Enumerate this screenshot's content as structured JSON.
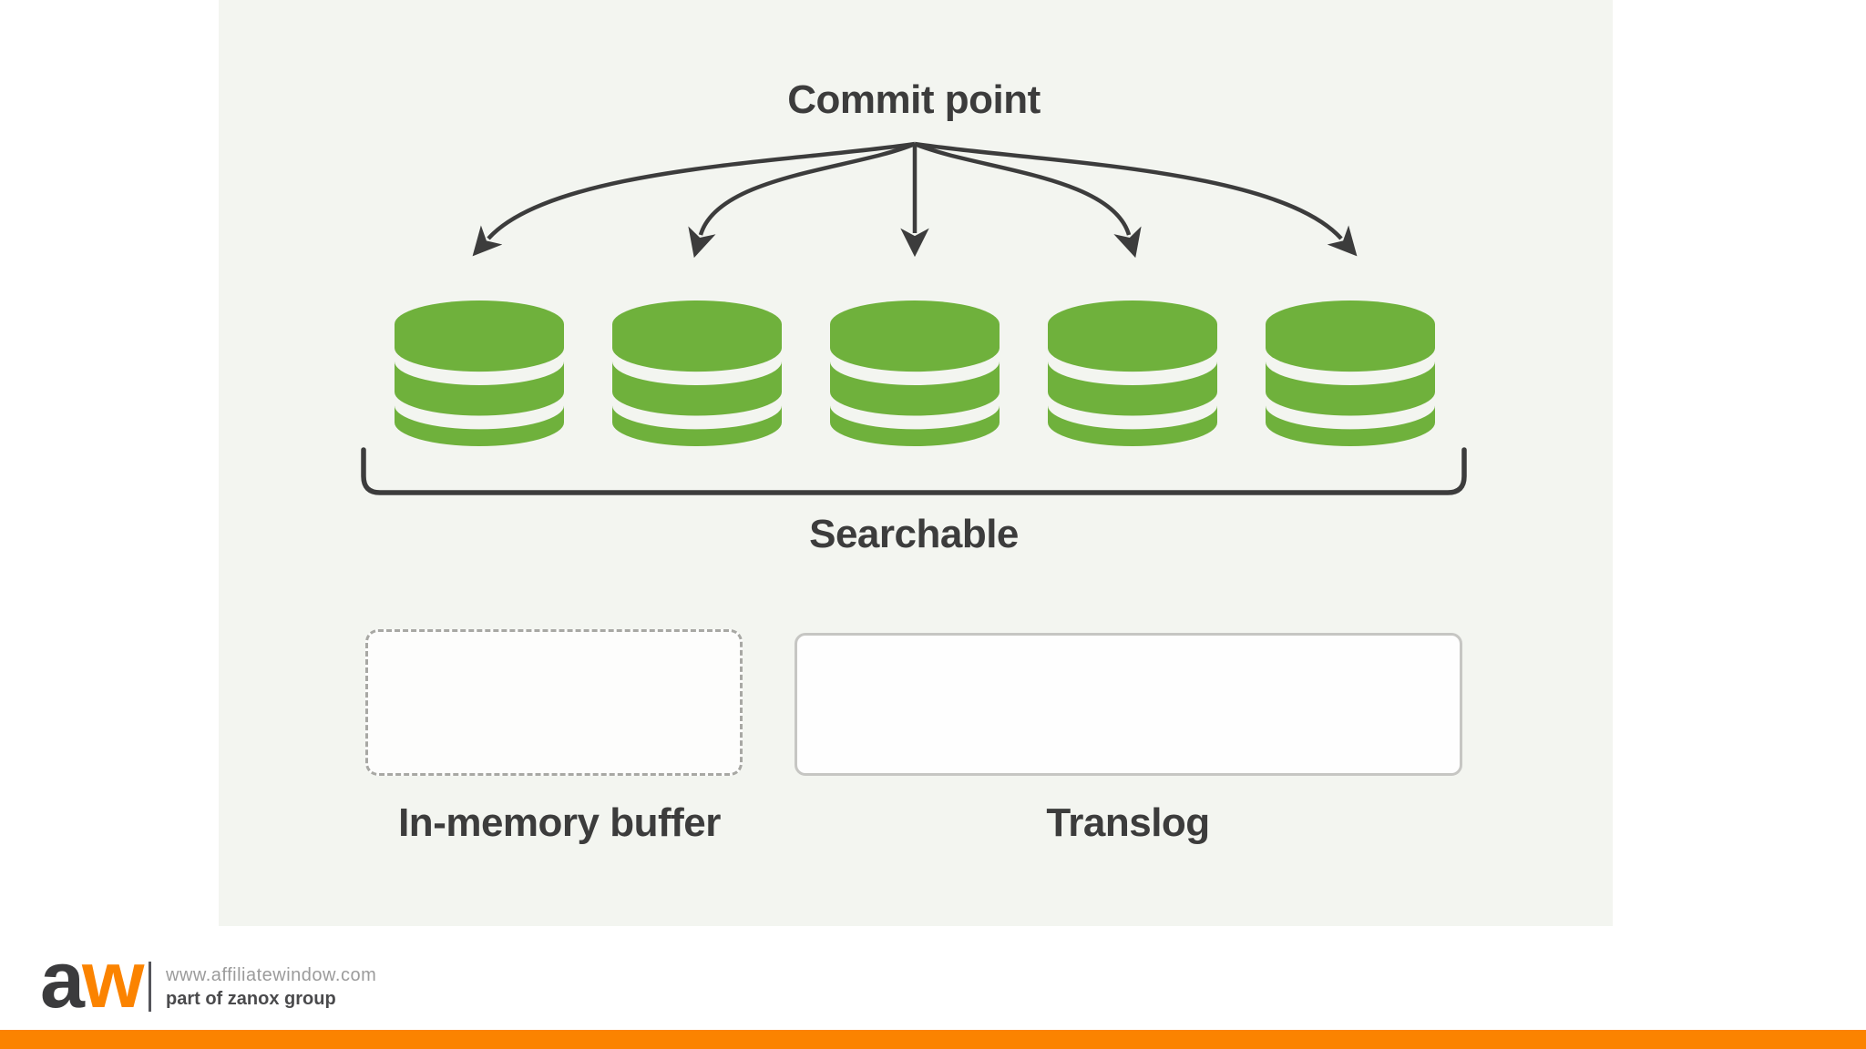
{
  "diagram": {
    "title": "Commit point",
    "segments": {
      "icon": "database-icon",
      "count": 5,
      "group_label": "Searchable"
    },
    "buffer": {
      "label": "In-memory buffer"
    },
    "translog": {
      "label": "Translog"
    }
  },
  "footer": {
    "logo": {
      "letter_a": "a",
      "letter_w": "w"
    },
    "website": "www.affiliatewindow.com",
    "tagline": "part of zanox group"
  },
  "colors": {
    "segment_green": "#6FB13C",
    "ink": "#3C3C3C",
    "accent_orange": "#FB8300",
    "panel_bg": "#F3F5F0",
    "muted_text": "#9B9B9B",
    "tagline_text": "#4A4A4C",
    "logo_a": "#3B3B3D"
  }
}
